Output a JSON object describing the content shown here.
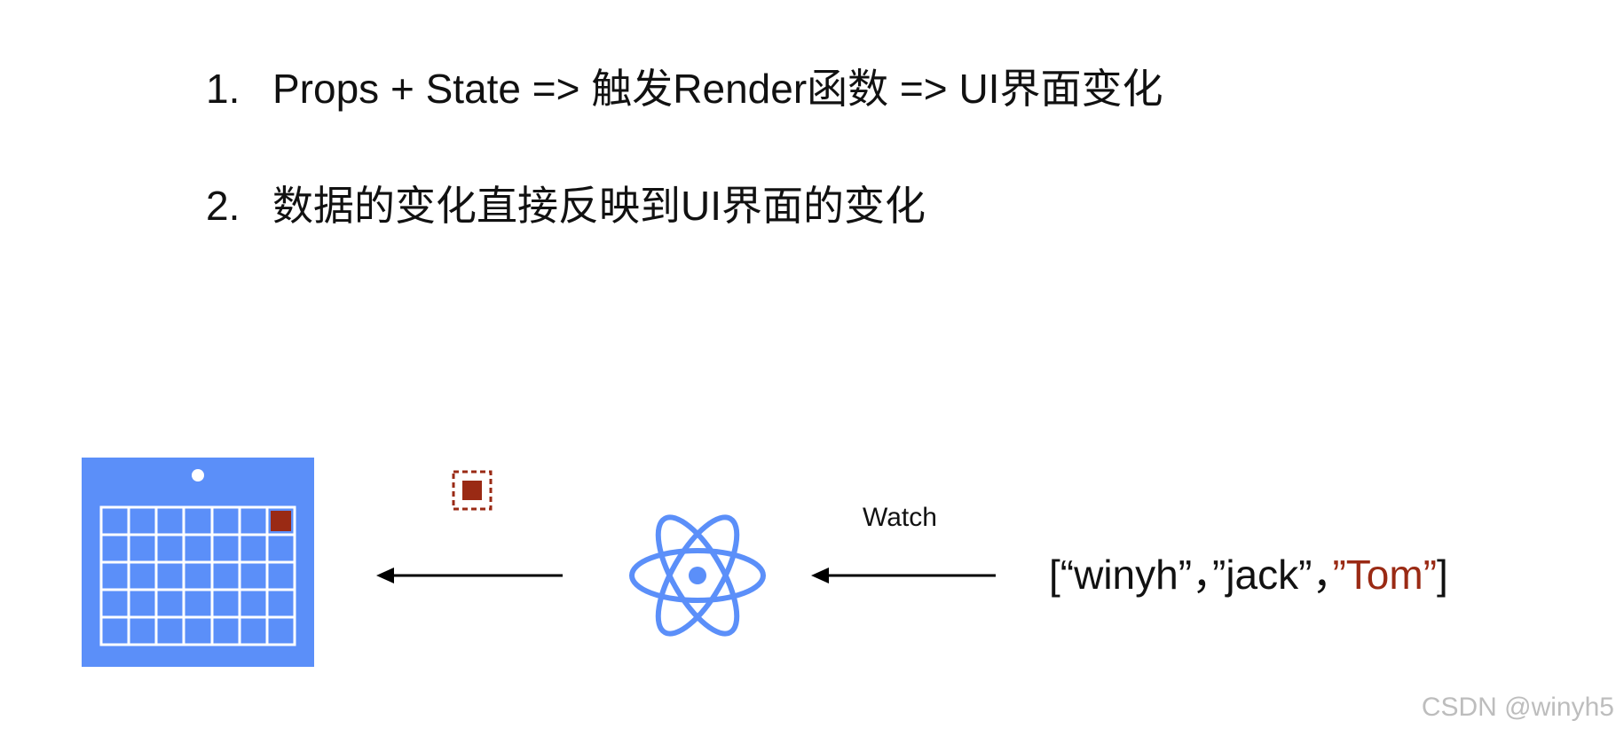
{
  "list": [
    {
      "number": "1.",
      "text": "Props + State => 触发Render函数 => UI界面变化"
    },
    {
      "number": "2.",
      "text": "数据的变化直接反映到UI界面的变化"
    }
  ],
  "diagram": {
    "watch_label": "Watch",
    "array_prefix": "[“winyh”，”jack”，",
    "array_highlight": "”Tom”",
    "array_suffix": "]"
  },
  "watermark": "CSDN @winyh5",
  "colors": {
    "ui_blue": "#5b8ff9",
    "react_blue": "#5b8ff9",
    "highlight_red": "#9a2a14",
    "arrow": "#000000"
  },
  "icons": {
    "ui": "calendar-grid-icon",
    "framework": "react-atom-icon",
    "changed_cell": "changed-cell-icon"
  }
}
